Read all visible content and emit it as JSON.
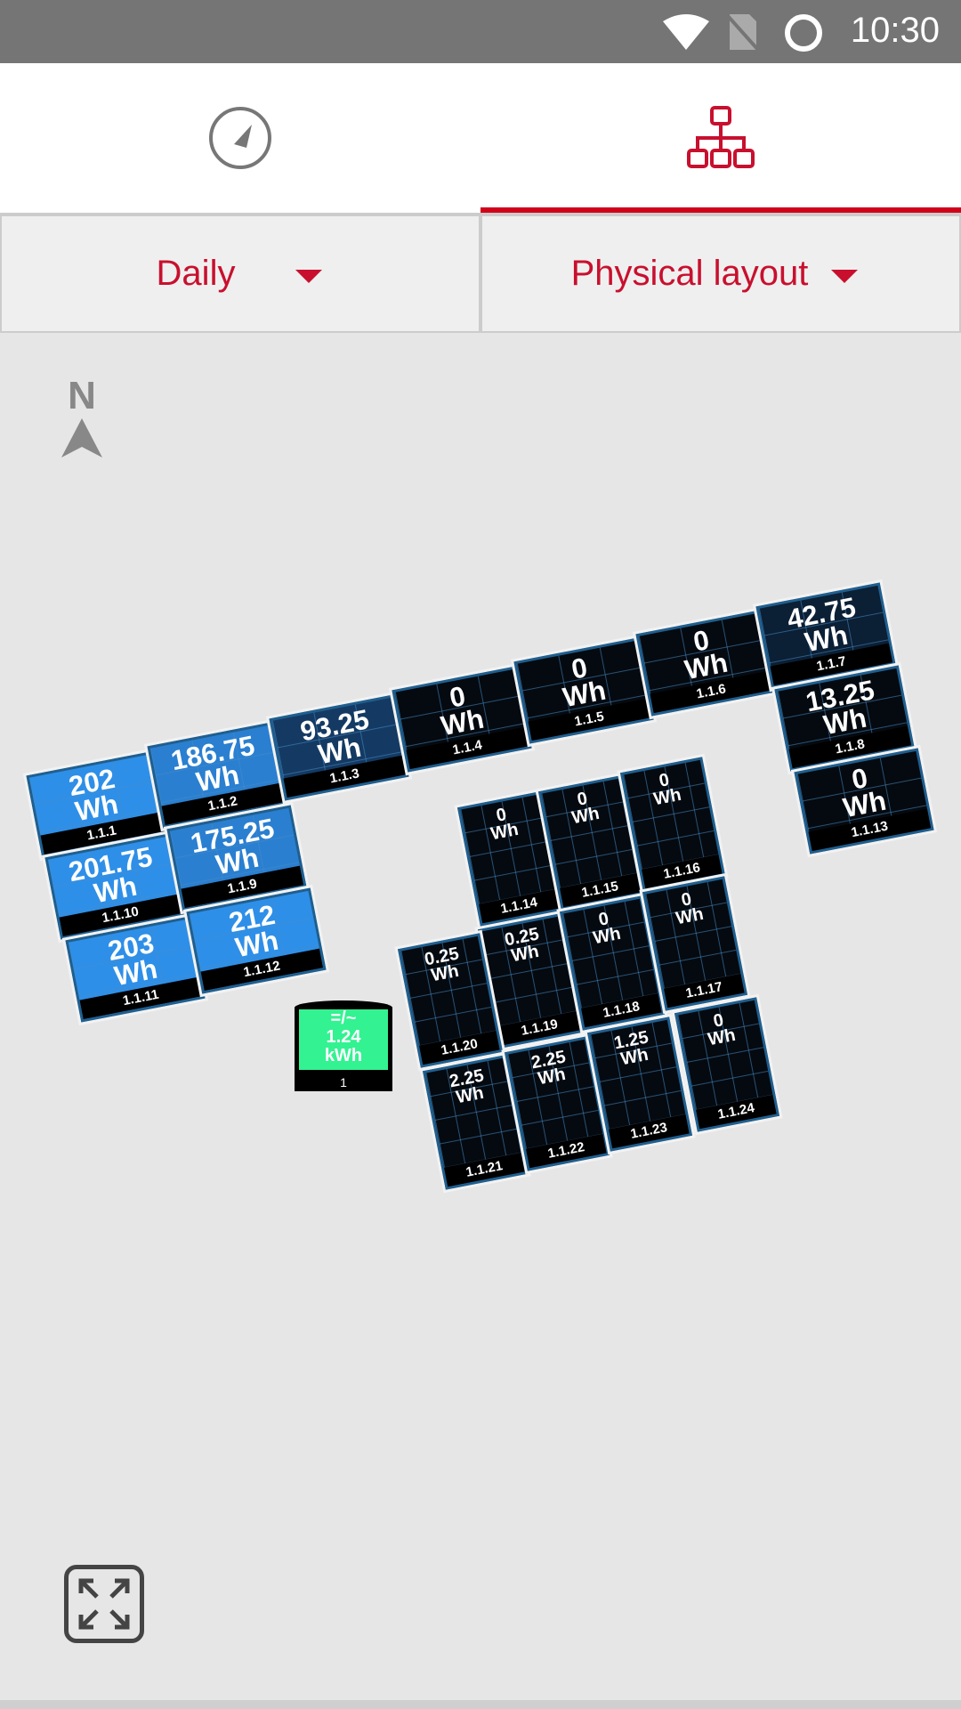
{
  "status_bar": {
    "time": "10:30"
  },
  "tabs": [
    {
      "name": "dashboard",
      "icon": "gauge-icon",
      "active": false
    },
    {
      "name": "layout",
      "icon": "hierarchy-icon",
      "active": true
    }
  ],
  "filters": {
    "period": "Daily",
    "view": "Physical layout"
  },
  "colors": {
    "accent": "#c8102e",
    "high": "#2e8fe8",
    "mid": "#2a7fd0",
    "low": "#143a63",
    "zero": "#050a10",
    "inverter": "#33f291"
  },
  "compass": {
    "label": "N"
  },
  "inverter": {
    "symbol": "=/~",
    "value": "1.24",
    "unit": "kWh",
    "id": "1"
  },
  "panels": [
    {
      "id": "1.1.1",
      "value": "202",
      "unit": "Wh",
      "level": "high"
    },
    {
      "id": "1.1.2",
      "value": "186.75",
      "unit": "Wh",
      "level": "mid"
    },
    {
      "id": "1.1.3",
      "value": "93.25",
      "unit": "Wh",
      "level": "low"
    },
    {
      "id": "1.1.4",
      "value": "0",
      "unit": "Wh",
      "level": "zero"
    },
    {
      "id": "1.1.5",
      "value": "0",
      "unit": "Wh",
      "level": "zero"
    },
    {
      "id": "1.1.6",
      "value": "0",
      "unit": "Wh",
      "level": "zero"
    },
    {
      "id": "1.1.7",
      "value": "42.75",
      "unit": "Wh",
      "level": "zero2"
    },
    {
      "id": "1.1.8",
      "value": "13.25",
      "unit": "Wh",
      "level": "zero"
    },
    {
      "id": "1.1.13",
      "value": "0",
      "unit": "Wh",
      "level": "zero"
    },
    {
      "id": "1.1.10",
      "value": "201.75",
      "unit": "Wh",
      "level": "high"
    },
    {
      "id": "1.1.9",
      "value": "175.25",
      "unit": "Wh",
      "level": "mid"
    },
    {
      "id": "1.1.11",
      "value": "203",
      "unit": "Wh",
      "level": "high"
    },
    {
      "id": "1.1.12",
      "value": "212",
      "unit": "Wh",
      "level": "high"
    },
    {
      "id": "1.1.14",
      "value": "0",
      "unit": "Wh",
      "level": "zero"
    },
    {
      "id": "1.1.15",
      "value": "0",
      "unit": "Wh",
      "level": "zero"
    },
    {
      "id": "1.1.16",
      "value": "0",
      "unit": "Wh",
      "level": "zero"
    },
    {
      "id": "1.1.19",
      "value": "0.25",
      "unit": "Wh",
      "level": "zero"
    },
    {
      "id": "1.1.18",
      "value": "0",
      "unit": "Wh",
      "level": "zero"
    },
    {
      "id": "1.1.17",
      "value": "0",
      "unit": "Wh",
      "level": "zero"
    },
    {
      "id": "1.1.20",
      "value": "0.25",
      "unit": "Wh",
      "level": "zero"
    },
    {
      "id": "1.1.21",
      "value": "2.25",
      "unit": "Wh",
      "level": "zero"
    },
    {
      "id": "1.1.22",
      "value": "2.25",
      "unit": "Wh",
      "level": "zero"
    },
    {
      "id": "1.1.23",
      "value": "1.25",
      "unit": "Wh",
      "level": "zero"
    },
    {
      "id": "1.1.24",
      "value": "0",
      "unit": "Wh",
      "level": "zero"
    }
  ]
}
